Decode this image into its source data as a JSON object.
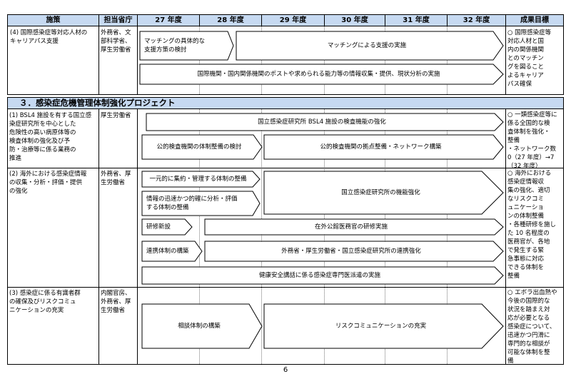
{
  "header": {
    "measure": "施策",
    "ministry": "担当省庁",
    "y27": "27 年度",
    "y28": "28 年度",
    "y29": "29 年度",
    "y30": "30 年度",
    "y31": "31 年度",
    "y32": "32 年度",
    "goal": "成果目標"
  },
  "row4": {
    "measure": "(4) 国際感染症等対応人材の\nキャリアパス支援",
    "ministry": "外務省、文\n部科学省、\n厚生労働省",
    "arrow1": "マッチングの具体的な\n支援方策の検討",
    "arrow2": "マッチングによる支援の実施",
    "arrow3": "国際機関・国内関係機関のポストや求められる能力等の情報収集・提供、現状分析の実施",
    "goal": "○ 国際感染症等\n対応人材と国\n内の関係機関\nとのマッチン\nグを図ること\nよるキャリア\nパス確保"
  },
  "section3": {
    "title": "３．感染症危機管理体制強化プロジェクト"
  },
  "row1": {
    "measure": "(1) BSL4 施設を有する国立感\n染症研究所を中心とした\n危険性の高い病原体等の\n検査体制の強化及び予\n防・治療等に係る業務の\n推進",
    "ministry": "厚生労働省",
    "arrow1": "国立感染症研究所 BSL4 施設の検査機能の強化",
    "arrow2": "公的検査機関の体制整備の検討",
    "arrow3": "公的検査機関の拠点整備・ネットワーク構築",
    "goal": "○ 一類感染症等に\n係る全国的な検\n査体制を強化・\n整備\n・ネットワーク数\n0（27 年度）→7\n（32 年度）"
  },
  "row2": {
    "measure": "(2) 海外における感染症情報\nの収集・分析・評価・提供\nの強化",
    "ministry": "外務省、厚\n生労働省",
    "arrow1": "一元的に集約・管理する体制の整備",
    "arrow2": "情報の迅速かつ的確に分析・評価\nする体制の整備",
    "arrow3": "国立感染症研究所の機能強化",
    "arrow4": "研修新設",
    "arrow5": "在外公館医務官の研修実施",
    "arrow6": "連携体制の構築",
    "arrow7": "外務省・厚生労働省・国立感染症研究所の連携強化",
    "arrow8": "健康安全講話に係る感染症専門医派遣の実施",
    "goal": "○ 海外における\n感染症情報収\n集の強化、適切\nなリスクコミ\nュニケーショ\nンの体制整備\n・各種研修を施し\nた 10 名程度の\n医務官が、各地\nで発生する緊\n急事態に対応\nできる体制を\n整備"
  },
  "row3": {
    "measure": "(3) 感染症に係る有識者群\nの確保及びリスクコミュ\nニケーションの充実",
    "ministry": "内閣官房、\n外務省、厚\n生労働省",
    "arrow1": "相談体制の構築",
    "arrow2": "リスクコミュニケーションの充実",
    "goal": "○ エボラ出血熱や\n今後の国際的な\n状況を踏まえ対\n応が必要となる\n感染症について、\n迅速かつ円滑に\n専門的な相談が\n可能な体制を整\n備"
  },
  "page": {
    "number": "6"
  }
}
